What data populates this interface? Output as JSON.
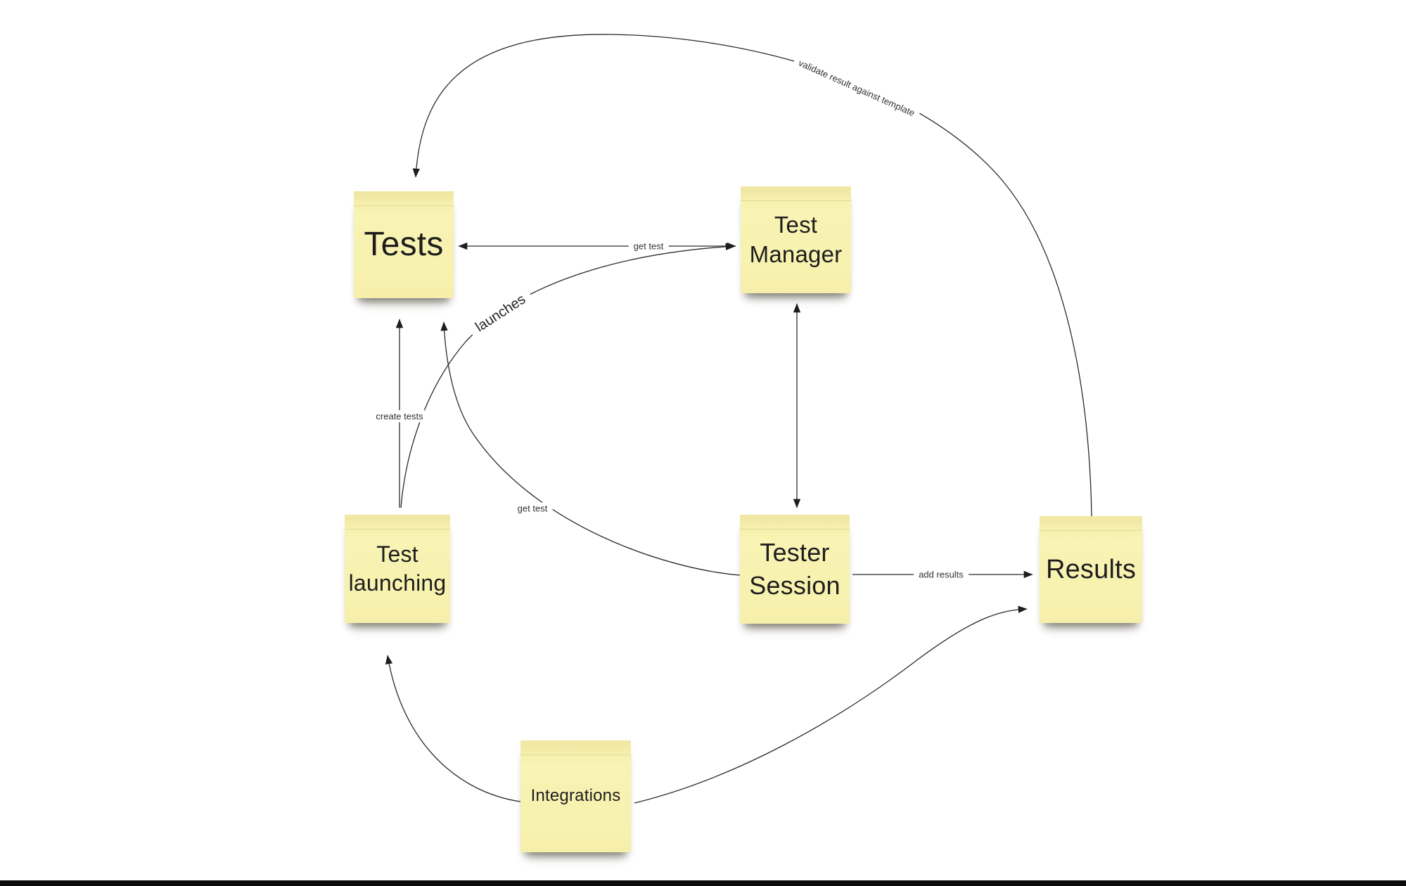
{
  "app": {
    "view": "whiteboard-diagram",
    "description_of_content": "Sticky-note flow diagram of a testing system"
  },
  "colors": {
    "background": "#ffffff",
    "sticky": "#f8f2b0",
    "sticky_top_strip": "#f0e7a3",
    "connector": "#2b2b2b",
    "note_text": "#1d1d1d",
    "label_text": "#333333",
    "bottom_bar": "#0b0b0b"
  },
  "nodes": [
    {
      "id": "tests",
      "label": "Tests"
    },
    {
      "id": "test-manager",
      "label": "Test Manager"
    },
    {
      "id": "test-launching",
      "label": "Test launching"
    },
    {
      "id": "tester-session",
      "label": "Tester Session"
    },
    {
      "id": "results",
      "label": "Results"
    },
    {
      "id": "integrations",
      "label": "Integrations"
    }
  ],
  "edges": [
    {
      "from": "Tests",
      "to": "Test Manager",
      "label": "get test",
      "direction": "both"
    },
    {
      "from": "Test launching",
      "to": "Tests",
      "label": "create tests",
      "direction": "one-way"
    },
    {
      "from": "Test launching",
      "to": "Test Manager",
      "label": "launches",
      "direction": "one-way"
    },
    {
      "from": "Tester Session",
      "to": "Tests",
      "label": "get test",
      "direction": "one-way"
    },
    {
      "from": "Test Manager",
      "to": "Tester Session",
      "label": "",
      "direction": "both"
    },
    {
      "from": "Tester Session",
      "to": "Results",
      "label": "add results",
      "direction": "one-way"
    },
    {
      "from": "Integrations",
      "to": "Test launching",
      "label": "",
      "direction": "one-way"
    },
    {
      "from": "Integrations",
      "to": "Results",
      "label": "",
      "direction": "one-way"
    },
    {
      "from": "Results",
      "to": "Tests",
      "label": "validate result against template",
      "direction": "one-way"
    }
  ]
}
